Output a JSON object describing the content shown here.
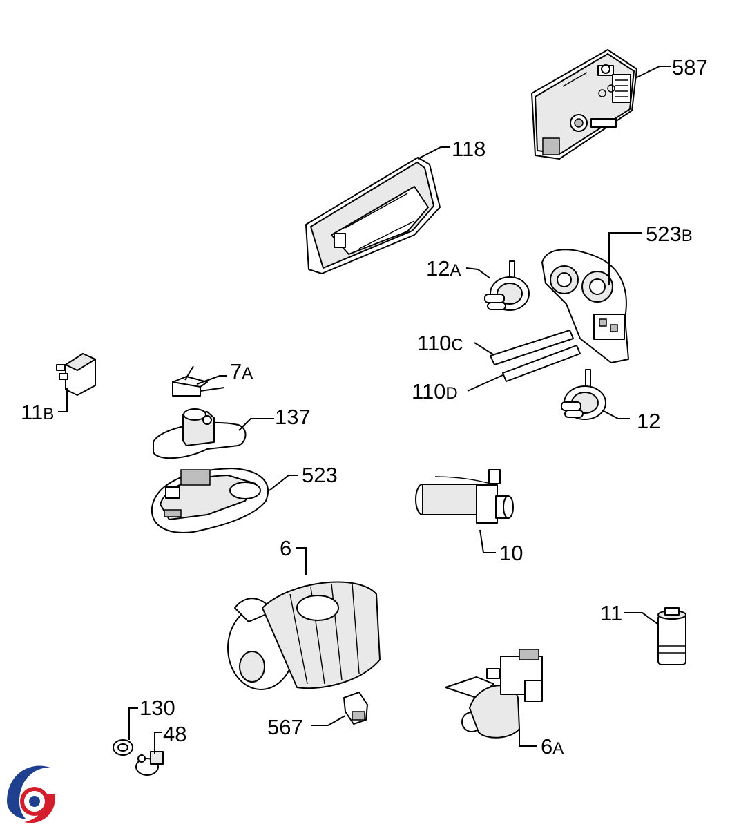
{
  "labels": [
    {
      "id": "587",
      "main": "587",
      "suffix": ""
    },
    {
      "id": "118",
      "main": "118",
      "suffix": ""
    },
    {
      "id": "523B",
      "main": "523",
      "suffix": "B"
    },
    {
      "id": "12A",
      "main": "12",
      "suffix": "A"
    },
    {
      "id": "110C",
      "main": "110",
      "suffix": "C"
    },
    {
      "id": "110D",
      "main": "110",
      "suffix": "D"
    },
    {
      "id": "12",
      "main": "12",
      "suffix": ""
    },
    {
      "id": "7A",
      "main": "7",
      "suffix": "A"
    },
    {
      "id": "11B",
      "main": "11",
      "suffix": "B"
    },
    {
      "id": "137",
      "main": "137",
      "suffix": ""
    },
    {
      "id": "523",
      "main": "523",
      "suffix": ""
    },
    {
      "id": "10",
      "main": "10",
      "suffix": ""
    },
    {
      "id": "6",
      "main": "6",
      "suffix": ""
    },
    {
      "id": "11",
      "main": "11",
      "suffix": ""
    },
    {
      "id": "130",
      "main": "130",
      "suffix": ""
    },
    {
      "id": "48",
      "main": "48",
      "suffix": ""
    },
    {
      "id": "567",
      "main": "567",
      "suffix": ""
    },
    {
      "id": "6A",
      "main": "6",
      "suffix": "A"
    }
  ],
  "colors": {
    "logo_blue": "#1f3f8f",
    "logo_red": "#d21f2b"
  }
}
